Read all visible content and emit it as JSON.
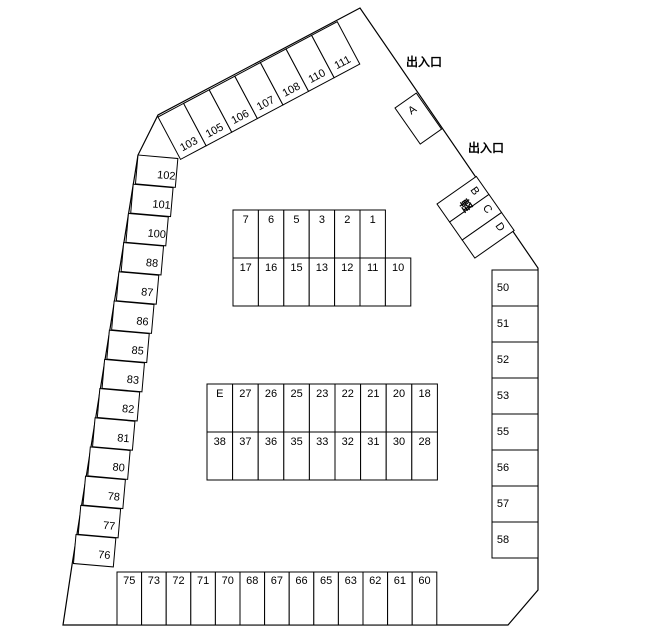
{
  "labels": {
    "entrance_1": "出入口",
    "entrance_2": "出入口",
    "special_stall": "軽"
  },
  "stalls": {
    "top_diagonal": [
      "103",
      "105",
      "106",
      "107",
      "108",
      "110",
      "111"
    ],
    "left_column": [
      "102",
      "101",
      "100",
      "88",
      "87",
      "86",
      "85",
      "83",
      "82",
      "81",
      "80",
      "78",
      "77",
      "76"
    ],
    "bottom_row": [
      "75",
      "73",
      "72",
      "71",
      "70",
      "68",
      "67",
      "66",
      "65",
      "63",
      "62",
      "61",
      "60"
    ],
    "right_column": [
      "50",
      "51",
      "52",
      "53",
      "55",
      "56",
      "57",
      "58"
    ],
    "upper_block_top": [
      "7",
      "6",
      "5",
      "3",
      "2",
      "1"
    ],
    "upper_block_bottom": [
      "17",
      "16",
      "15",
      "13",
      "12",
      "11",
      "10"
    ],
    "lower_block_top": [
      "E",
      "27",
      "26",
      "25",
      "23",
      "22",
      "21",
      "20",
      "18"
    ],
    "lower_block_bottom": [
      "38",
      "37",
      "36",
      "35",
      "33",
      "32",
      "31",
      "30",
      "28"
    ],
    "entrance_stall": [
      "A"
    ],
    "corner_stalls": [
      "B",
      "C",
      "D"
    ]
  }
}
